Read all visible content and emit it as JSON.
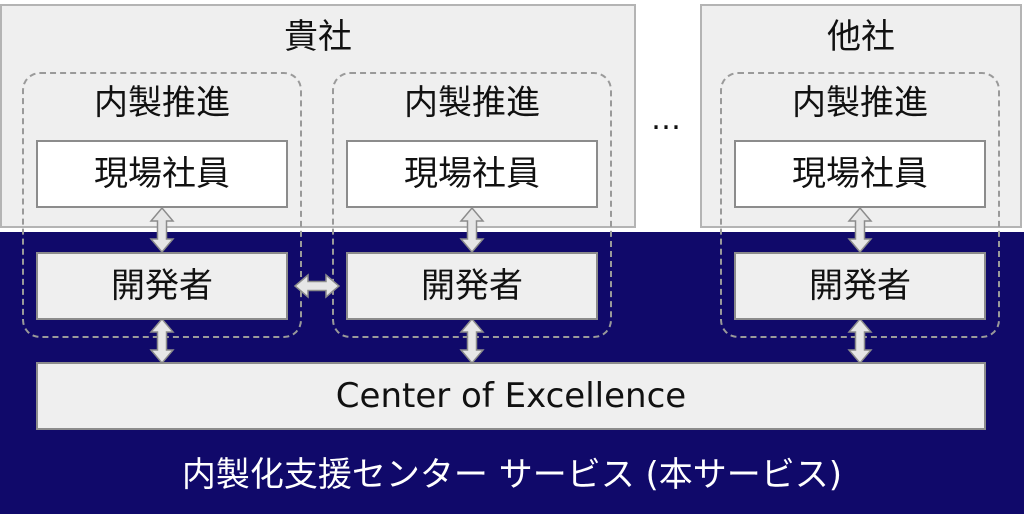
{
  "companies": [
    {
      "title": "貴社"
    },
    {
      "title": "他社"
    }
  ],
  "push_label": "内製推進",
  "field_staff_label": "現場社員",
  "developer_label": "開発者",
  "ellipsis": "…",
  "coe_label": "Center of Excellence",
  "service_label": "内製化支援センター サービス (本サービス)",
  "colors": {
    "navy": "#10096a",
    "panel_grey": "#efefef",
    "white": "#ffffff",
    "arrow": "#e6e6e6"
  }
}
